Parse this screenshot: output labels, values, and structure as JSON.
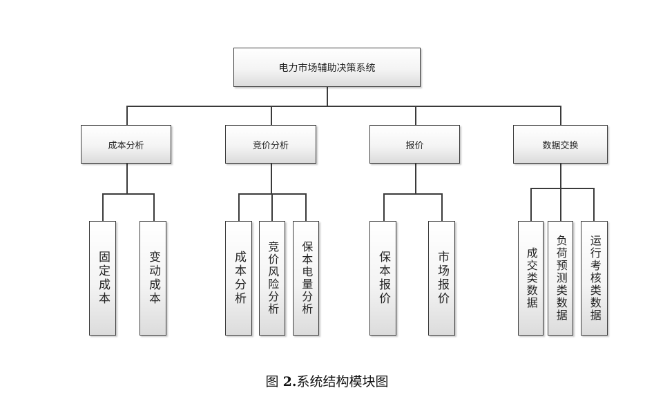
{
  "root": {
    "label": "电力市场辅助决策系统"
  },
  "modules": [
    {
      "label": "成本分析",
      "children": [
        {
          "label": "固定成本"
        },
        {
          "label": "变动成本"
        }
      ]
    },
    {
      "label": "竞价分析",
      "children": [
        {
          "label": "成本分析"
        },
        {
          "label": "竞价风险分析"
        },
        {
          "label": "保本电量分析"
        }
      ]
    },
    {
      "label": "报价",
      "children": [
        {
          "label": "保本报价"
        },
        {
          "label": "市场报价"
        }
      ]
    },
    {
      "label": "数据交换",
      "children": [
        {
          "label": "成交类数据"
        },
        {
          "label": "负荷预测类数据"
        },
        {
          "label": "运行考核类数据"
        }
      ]
    }
  ],
  "caption": {
    "prefix": "图 ",
    "number": "2.",
    "text": "系统结构模块图"
  }
}
